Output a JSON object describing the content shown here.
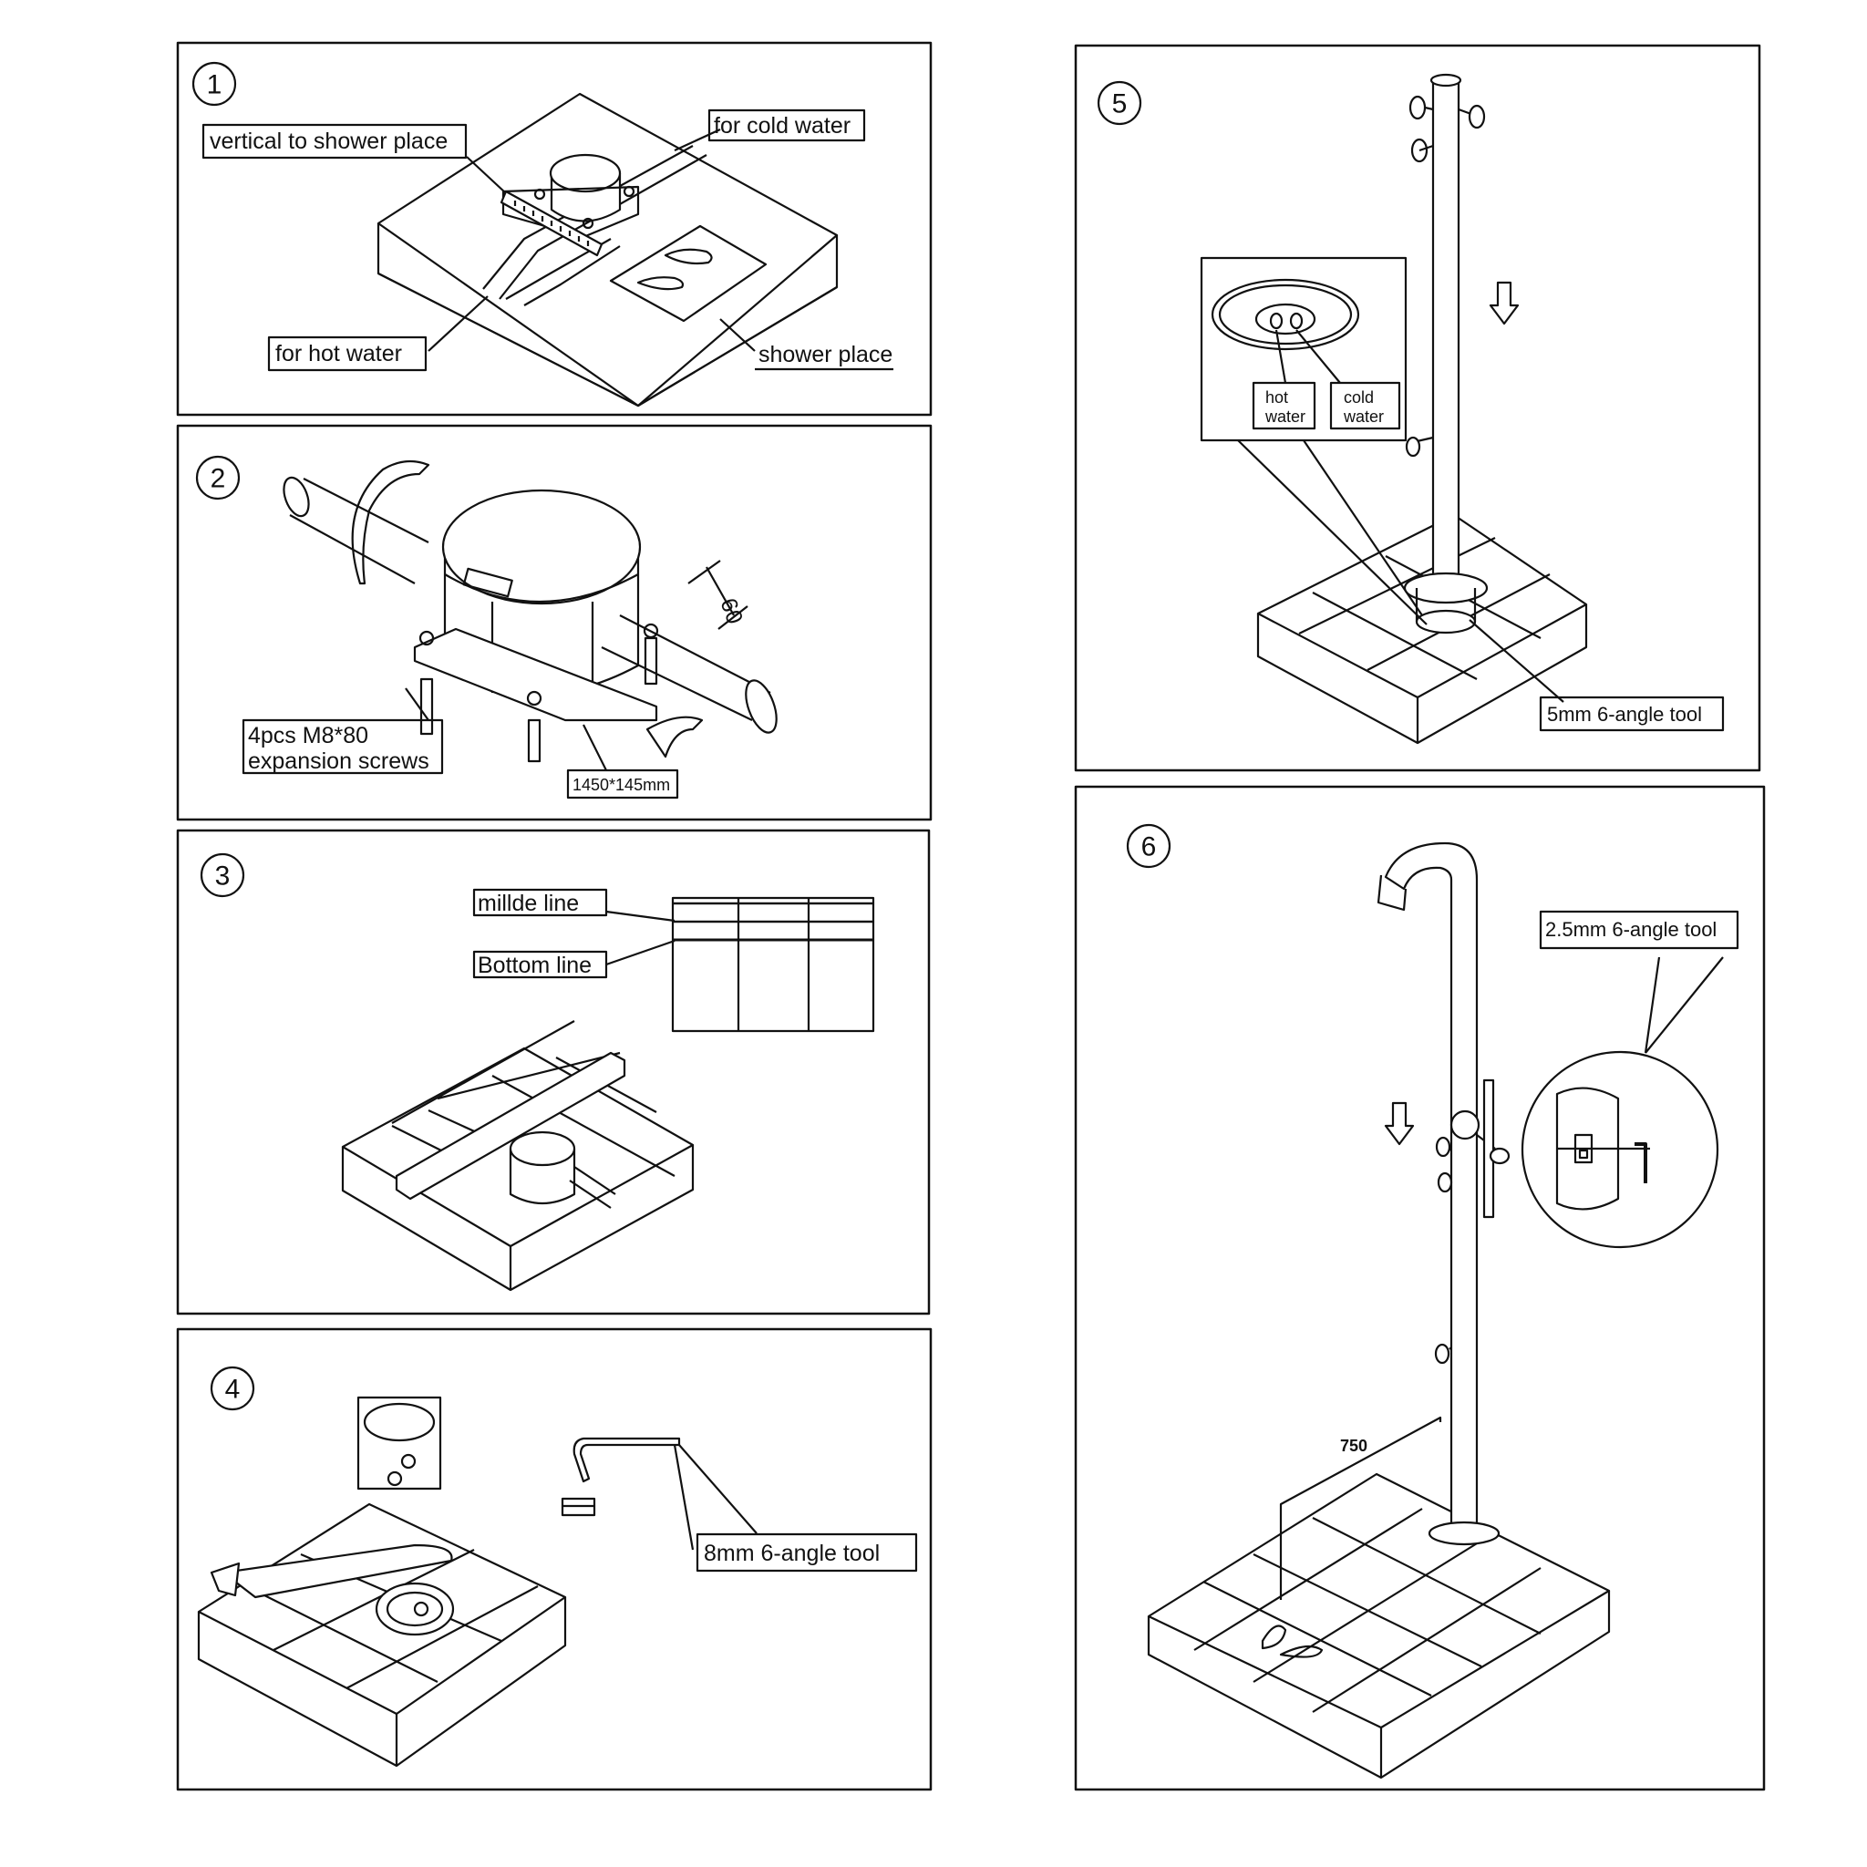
{
  "steps": [
    {
      "number": "1",
      "labels": {
        "vertical": "vertical  to  shower  place",
        "cold": "for  cold  water",
        "hot": "for  hot  water",
        "place": "shower  place"
      }
    },
    {
      "number": "2",
      "labels": {
        "screws_line1": "4pcs  M8*80",
        "screws_line2": "expansion  screws",
        "size": "1450*145mm",
        "dim": "60"
      }
    },
    {
      "number": "3",
      "labels": {
        "middle": "millde  line",
        "bottom": "Bottom  line"
      }
    },
    {
      "number": "4",
      "labels": {
        "tool": "8mm  6-angle  tool"
      }
    },
    {
      "number": "5",
      "labels": {
        "hot_line1": "hot",
        "hot_line2": "water",
        "cold_line1": "cold",
        "cold_line2": "water",
        "tool": "5mm  6-angle  tool"
      }
    },
    {
      "number": "6",
      "labels": {
        "tool": "2.5mm  6-angle  tool",
        "dim": "750"
      }
    }
  ],
  "icons": [
    "down-arrow-icon",
    "step-number-circle-icon",
    "footprint-icon",
    "hex-key-icon"
  ],
  "colors": {
    "line": "#111111",
    "background": "#ffffff"
  }
}
